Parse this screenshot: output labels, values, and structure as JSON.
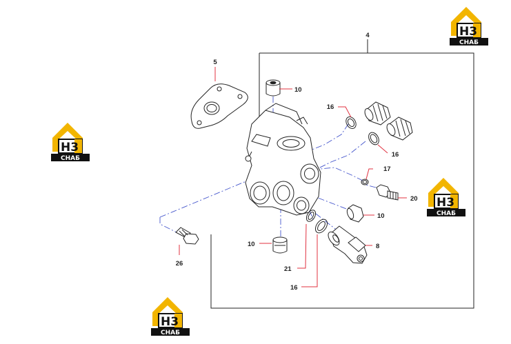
{
  "parts": {
    "assembly": "4",
    "gasket": "5",
    "plug_top": "10",
    "oring_a": "16",
    "oring_b": "16",
    "oring_small": "17",
    "sensor": "20",
    "plug_right": "10",
    "valve": "8",
    "plug_bottom": "10",
    "bolt": "26",
    "ring_21": "21",
    "oring_c": "16"
  },
  "watermark": {
    "logo_letters": "H3",
    "logo_caption": "СНАБ"
  },
  "colors": {
    "logo_yellow": "#f2b500",
    "logo_black": "#111111",
    "callout_red": "#e0303f",
    "center_line": "#4455cc",
    "outline": "#222222"
  }
}
